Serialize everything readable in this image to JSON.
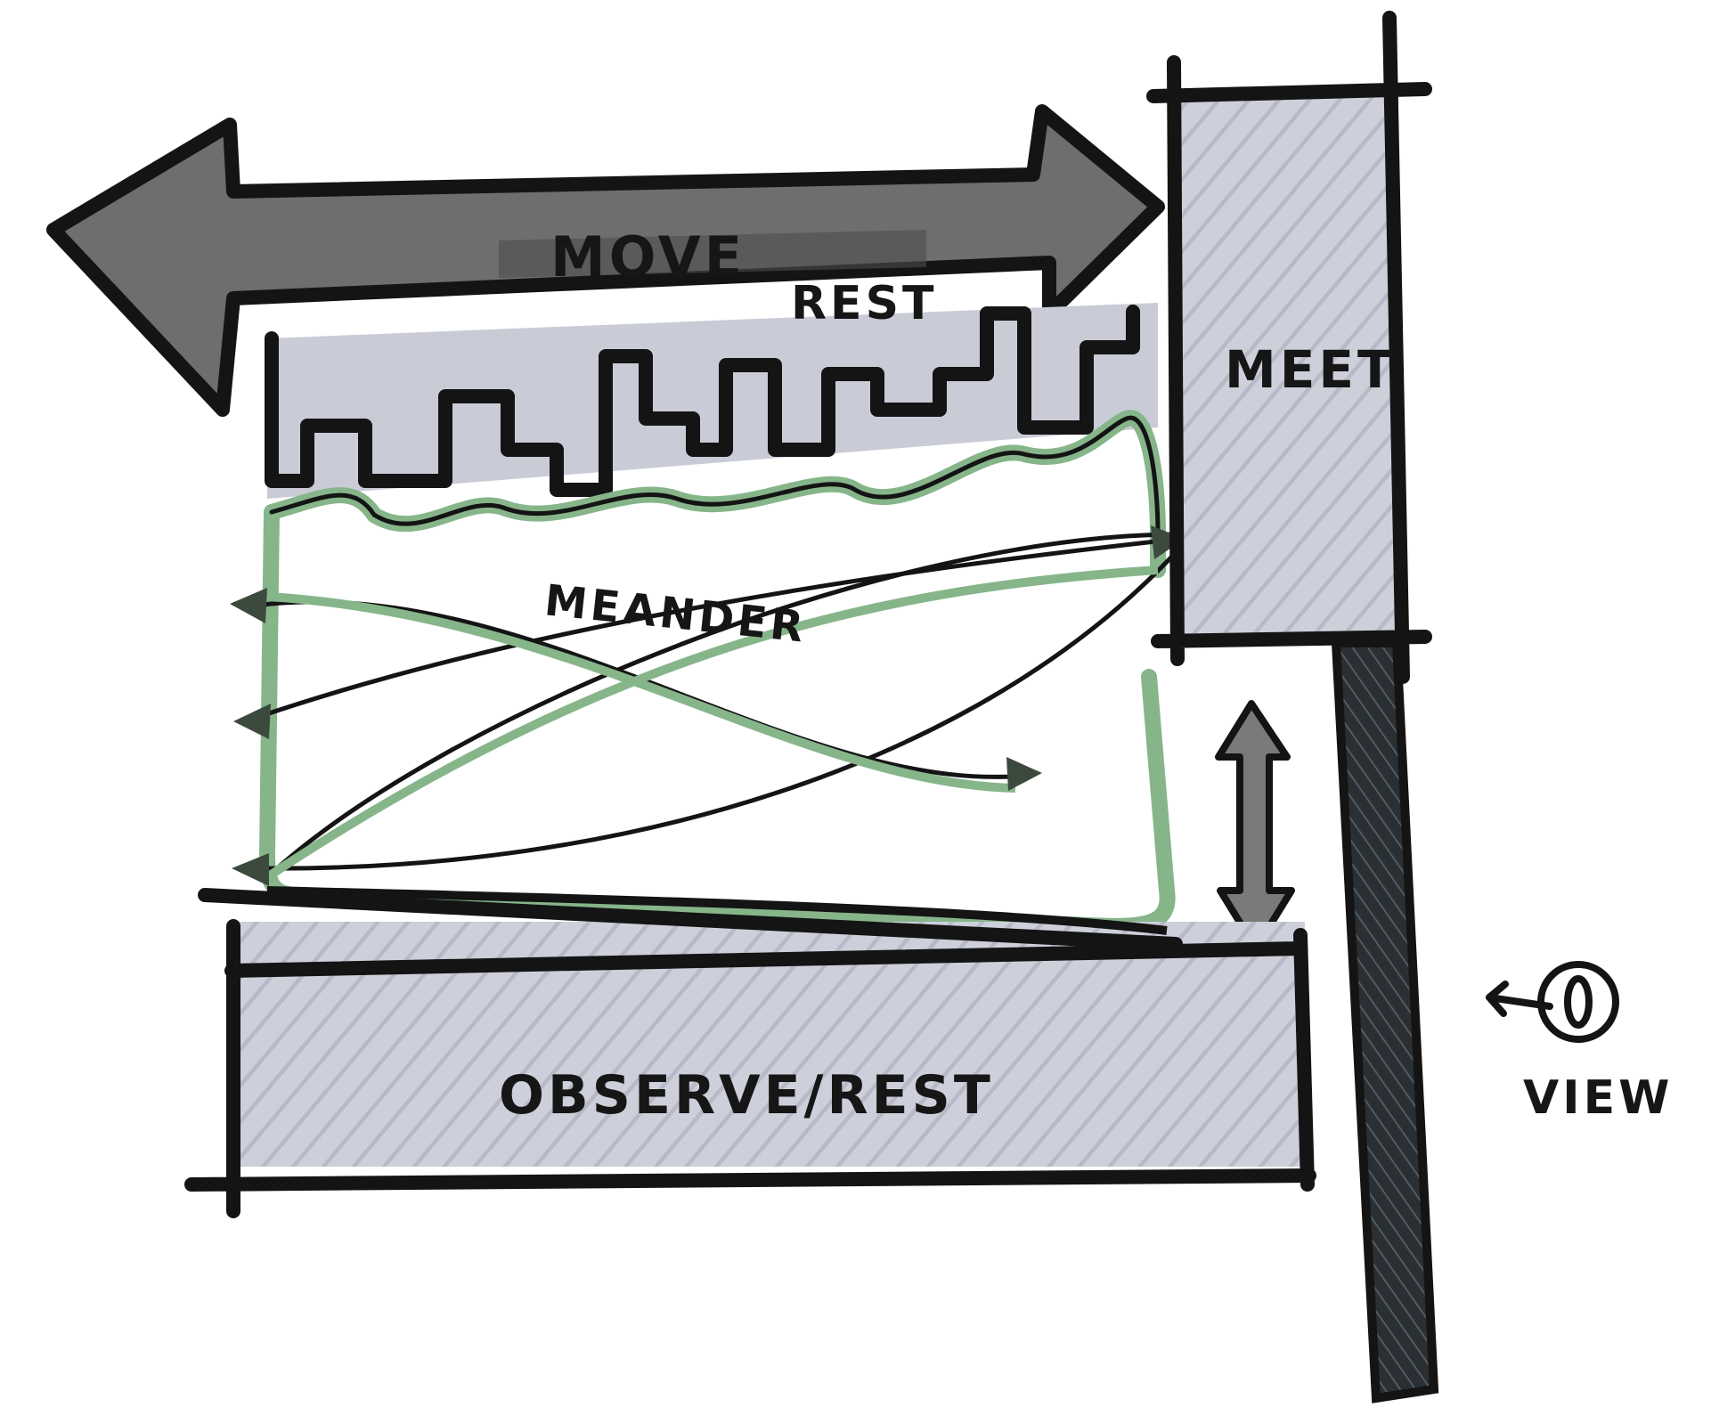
{
  "labels": {
    "move": "MOVE",
    "rest": "REST",
    "meet": "MEET",
    "meander": "MEANDER",
    "observe_rest": "OBSERVE/REST",
    "view": "VIEW"
  },
  "colors": {
    "ink": "#141414",
    "marker_gray_light": "#c9ccd6",
    "marker_gray_dark": "#6b6b6b",
    "marker_green": "#86b58a",
    "paper": "#ffffff"
  },
  "icons": {
    "move_arrow": "double-headed-arrow-icon",
    "vertical_arrow": "vertical-double-arrow-icon",
    "view": "eye-icon"
  }
}
